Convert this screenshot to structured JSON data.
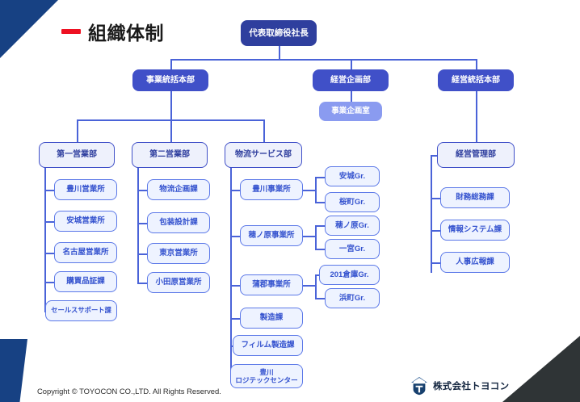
{
  "slide": {
    "title": "組織体制",
    "accent_red": "#ee1122",
    "accent_navy": "#174183",
    "accent_blue": "#4050c8",
    "corner_dark": "#2f3436"
  },
  "chart": {
    "ceo": {
      "label": "代表取締役社長"
    },
    "divisions": [
      {
        "label": "事業統括本部"
      },
      {
        "label": "経営企画部"
      },
      {
        "label": "経営統括本部"
      }
    ],
    "planning_room": {
      "label": "事業企画室"
    },
    "departments": [
      {
        "label": "第一営業部"
      },
      {
        "label": "第二営業部"
      },
      {
        "label": "物流サービス部"
      },
      {
        "label": "経営管理部"
      }
    ],
    "sales_dept_1_sections": [
      {
        "label": "豊川営業所"
      },
      {
        "label": "安城営業所"
      },
      {
        "label": "名古屋営業所"
      },
      {
        "label": "購買品証課"
      },
      {
        "label": "セールスサポート課"
      }
    ],
    "sales_dept_2_sections": [
      {
        "label": "物流企画課"
      },
      {
        "label": "包装設計課"
      },
      {
        "label": "東京営業所"
      },
      {
        "label": "小田原営業所"
      }
    ],
    "logistics_sections": [
      {
        "label": "豊川事業所"
      },
      {
        "label": "穂ノ原事業所"
      },
      {
        "label": "蒲郡事業所"
      },
      {
        "label": "製造課"
      },
      {
        "label": "フィルム製造課"
      },
      {
        "label": "豊川\nロジテックセンター"
      }
    ],
    "toyokawa_groups": [
      {
        "label": "安城Gr."
      },
      {
        "label": "桜町Gr."
      }
    ],
    "honohara_groups": [
      {
        "label": "穂ノ原Gr."
      },
      {
        "label": "一宮Gr."
      }
    ],
    "gamagori_groups": [
      {
        "label": "201倉庫Gr."
      },
      {
        "label": "浜町Gr."
      }
    ],
    "management_sections": [
      {
        "label": "財務総務課"
      },
      {
        "label": "情報システム課"
      },
      {
        "label": "人事広報課"
      }
    ]
  },
  "footer": {
    "copyright": "Copyright © TOYOCON CO.,LTD. All Rights Reserved.",
    "company_name": "株式会社トヨコン"
  }
}
